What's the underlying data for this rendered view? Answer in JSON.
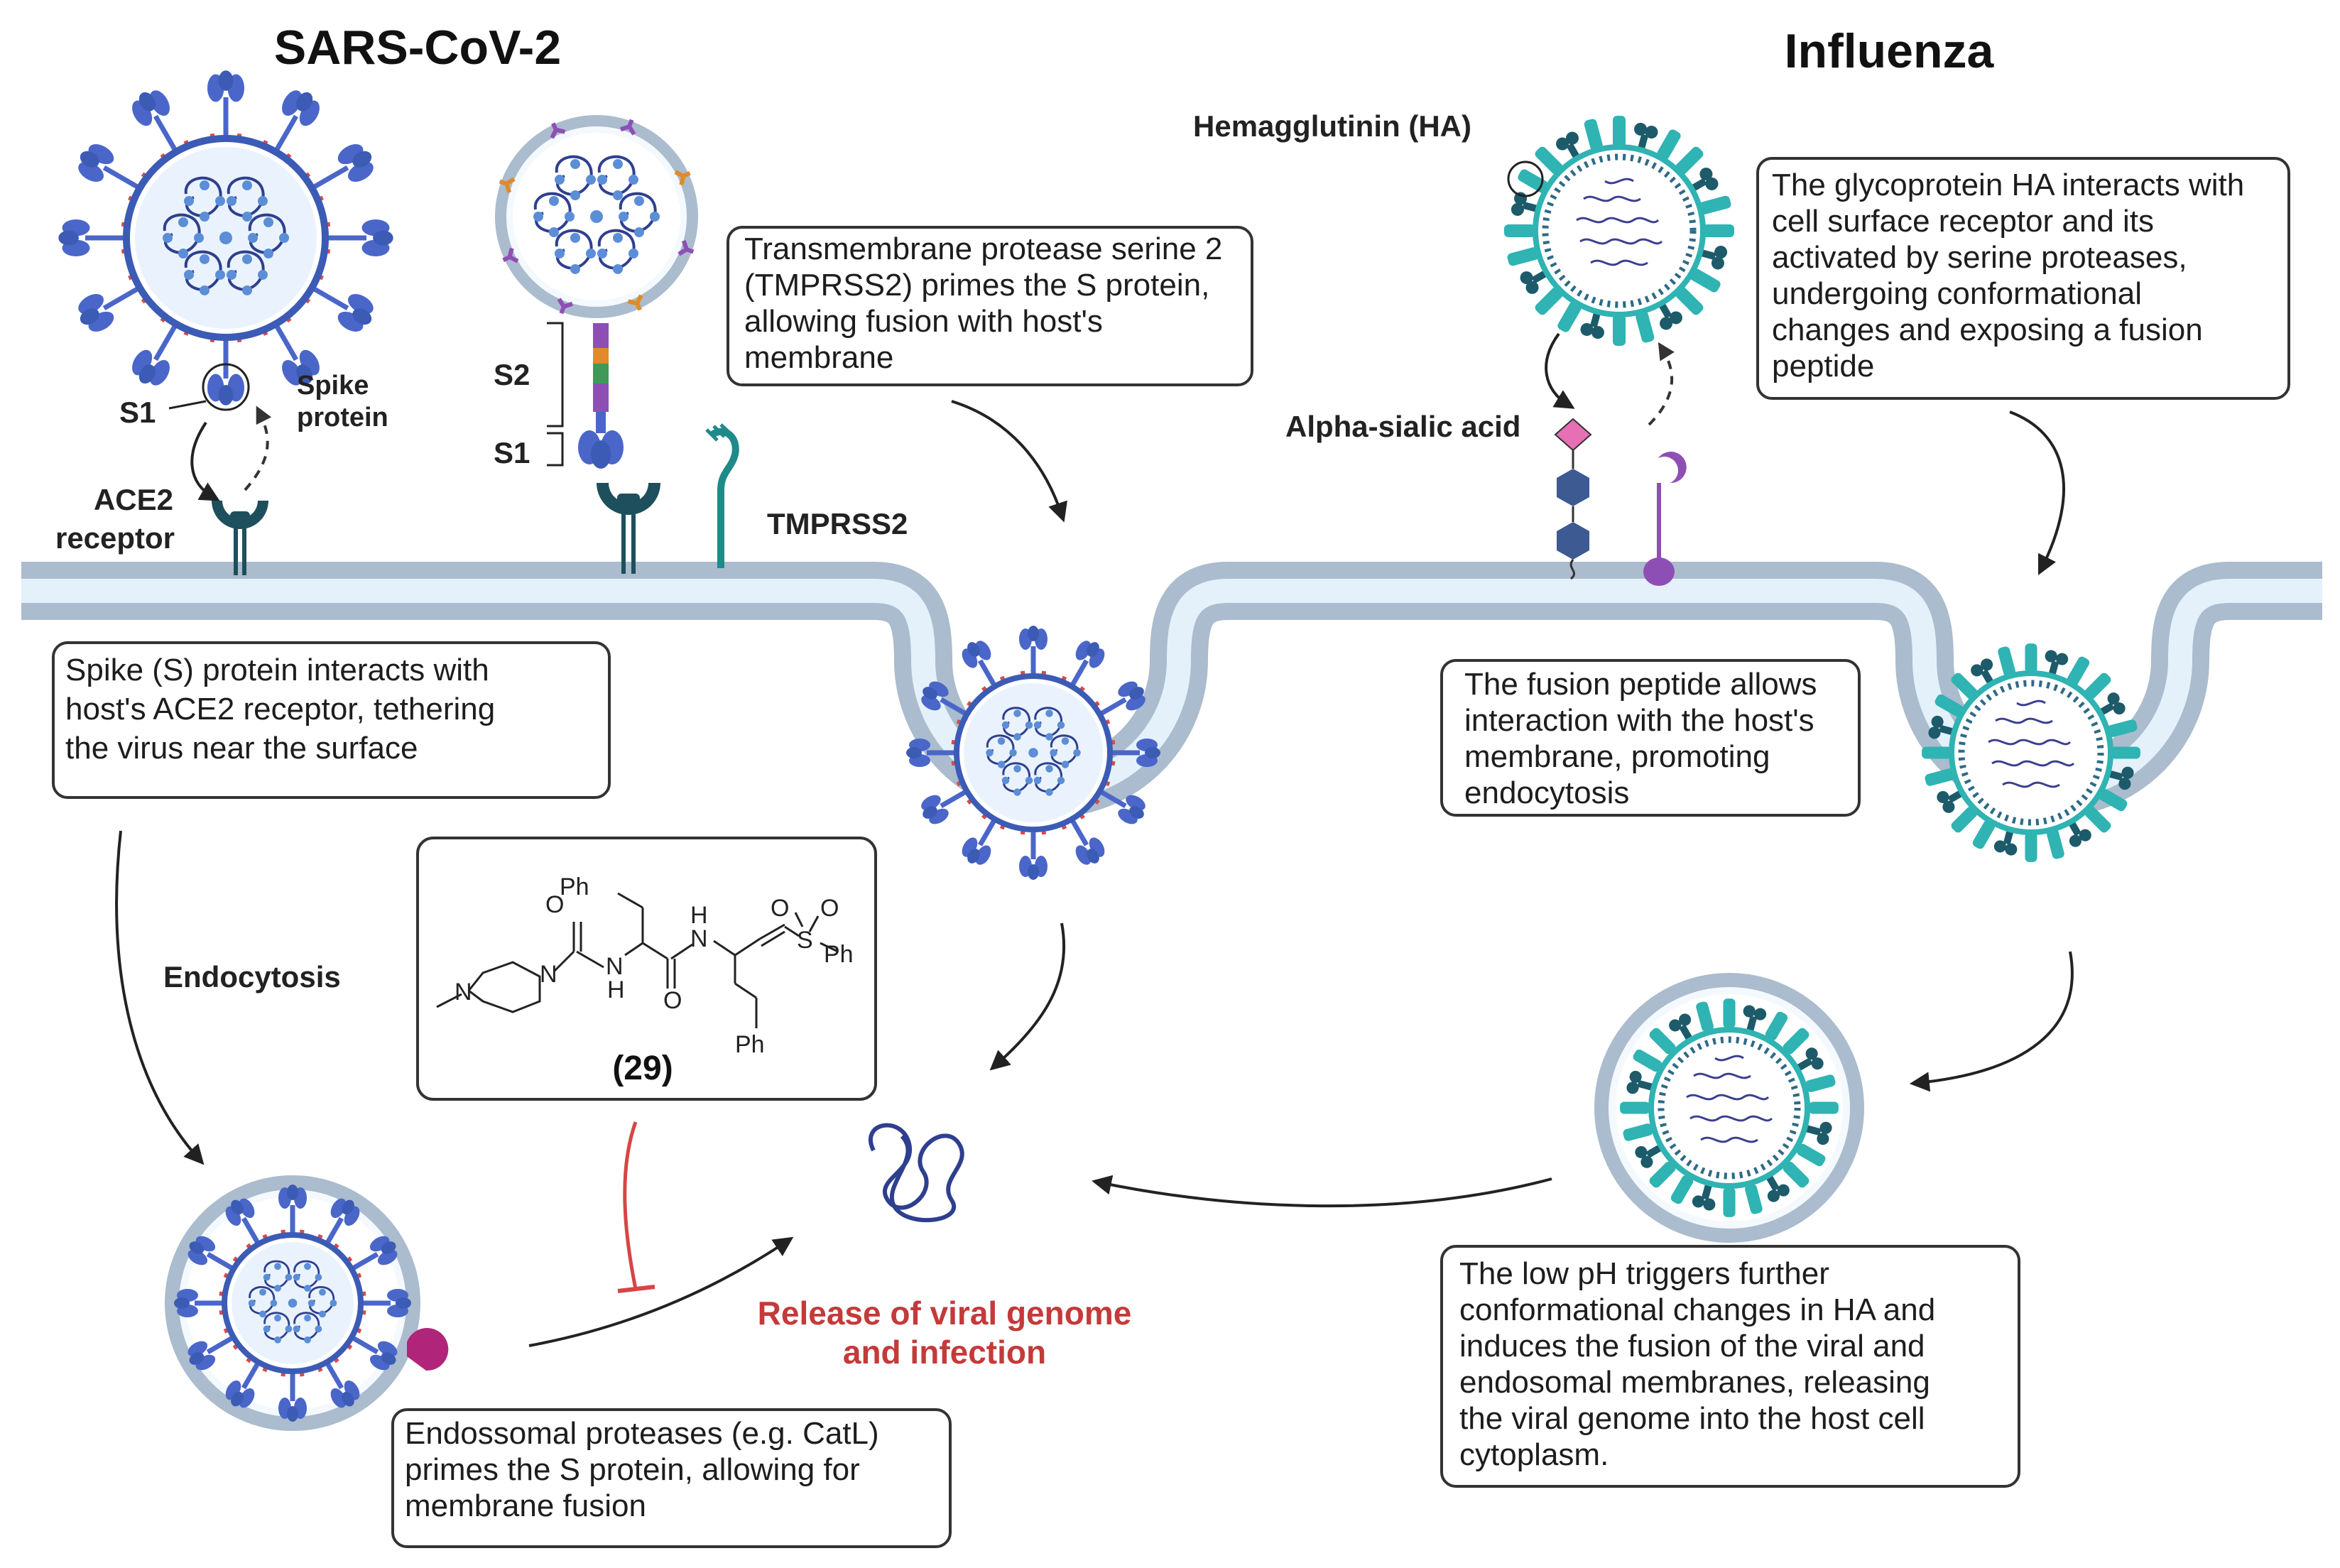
{
  "headers": {
    "sars": "SARS-CoV-2",
    "influenza": "Influenza"
  },
  "labels": {
    "s1_left": "S1",
    "spike_line1": "Spike",
    "spike_line2": "protein",
    "ace2_line1": "ACE2",
    "ace2_line2": "receptor",
    "s2": "S2",
    "s1_mid": "S1",
    "tmprss2": "TMPRSS2",
    "hemagglutinin": "Hemagglutinin (HA)",
    "alpha_sialic": "Alpha-sialic acid",
    "endocytosis": "Endocytosis",
    "release_line1": "Release of viral genome",
    "release_line2": "and infection"
  },
  "boxes": {
    "tmprss2_box": [
      "Transmembrane protease serine 2",
      "(TMPRSS2) primes the  S protein,",
      "allowing fusion with host's",
      "membrane"
    ],
    "ha_box": [
      "The glycoprotein HA interacts with",
      "cell surface receptor and its",
      "activated by serine proteases,",
      "undergoing conformational",
      "changes and exposing a fusion",
      "peptide"
    ],
    "spike_box": [
      "Spike  (S)  protein  interacts  with",
      "host's  ACE2  receptor,  tethering",
      "the virus near the surface"
    ],
    "fusion_box": [
      "The fusion peptide allows",
      "interaction with the host's",
      "membrane, promoting",
      "endocytosis"
    ],
    "lowph_box": [
      "The   low   pH   triggers   further",
      "conformational changes in HA and",
      "induces the fusion of the viral and",
      "endosomal  membranes,  releasing",
      "the viral genome into the host cell",
      "cytoplasm."
    ],
    "endo_box": [
      "Endossomal  proteases  (e.g.  CatL)",
      "primes  the  S  protein,  allowing  for",
      "membrane fusion"
    ]
  },
  "compound": {
    "number": "(29)",
    "ph_top": "Ph",
    "ph_right": "Ph",
    "ph_bottom": "Ph",
    "o_amide1": "O",
    "o_amide2": "O",
    "n_pip1": "N",
    "n_pip2": "N",
    "n_h1": "N",
    "h1": "H",
    "n_h2": "N",
    "h2": "H",
    "s_atom": "S",
    "o_s1": "O",
    "o_s2": "O"
  },
  "colors": {
    "sars_virus": "#3b5bb5",
    "spike": "#4a66c9",
    "flu_virus": "#2fb3b3",
    "membrane_outer": "#aabccd",
    "membrane_inner": "#e4f1fb",
    "receptor": "#1d4f5c",
    "tmprss2": "#1f8a8a",
    "sialic_pink": "#e76fb4",
    "sialic_hex": "#3e5a93",
    "purple": "#8e4fb5",
    "cathepsin": "#b0257a",
    "inhibit": "#d64545",
    "release_text": "#c43a3a"
  }
}
